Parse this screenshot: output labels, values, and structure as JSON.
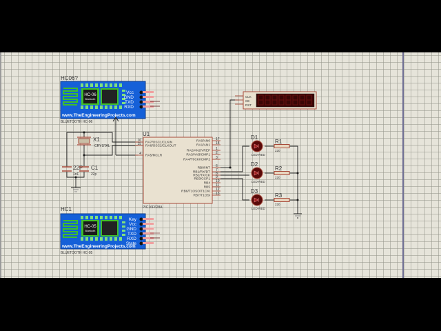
{
  "schematic": {
    "bt_top": {
      "ref": "HC06?",
      "chip": "HC-06",
      "sublabel": "Bluetooth",
      "pins": [
        "Vcc",
        "GND",
        "TXD",
        "RXD"
      ],
      "website": "www.TheEngineeringProjects.com",
      "part": "BLUETOOTH HC-06"
    },
    "bt_bottom": {
      "ref": "HC1",
      "chip": "HC-05",
      "sublabel": "Bluetooth",
      "pins": [
        "Key",
        "Vcc",
        "GND",
        "TXD",
        "RXD",
        "State"
      ],
      "website": "www.TheEngineeringProjects.com",
      "part": "BLUETOOTH HC-05"
    },
    "mcu": {
      "ref": "U1",
      "part": "PIC16F628A",
      "left_pins": [
        {
          "num": "16",
          "name": "RA7/OSC1/CLKIN"
        },
        {
          "num": "15",
          "name": "RA6/OSC2/CLKOUT"
        },
        {
          "num": "4",
          "name": "RA5/MCLR"
        }
      ],
      "right_pins": [
        {
          "num": "17",
          "name": "RA0/AN0"
        },
        {
          "num": "18",
          "name": "RA1/AN1"
        },
        {
          "num": "1",
          "name": "RA2/AN2/VREF"
        },
        {
          "num": "2",
          "name": "RA3/AN3/CMP1"
        },
        {
          "num": "3",
          "name": "RA4/T0CKI/CMP2"
        },
        {
          "num": "6",
          "name": "RB0/INT"
        },
        {
          "num": "7",
          "name": "RB1/RX/DT"
        },
        {
          "num": "8",
          "name": "RB2/TX/CK"
        },
        {
          "num": "9",
          "name": "RB3/CCP1"
        },
        {
          "num": "10",
          "name": "RB4"
        },
        {
          "num": "11",
          "name": "RB5"
        },
        {
          "num": "12",
          "name": "RB6/T1OSO/T1CKI"
        },
        {
          "num": "13",
          "name": "RB7/T1OSI"
        }
      ]
    },
    "crystal": {
      "ref": "X1",
      "part": "CRYSTAL"
    },
    "cap1": {
      "ref": "22P",
      "value": "1nF"
    },
    "cap2": {
      "ref": "C1",
      "value": "22p"
    },
    "display": {
      "pins": [
        "CLK",
        "CE",
        "RST"
      ],
      "digits": 8
    },
    "leds": [
      {
        "ref": "D1",
        "part": "LED-RED"
      },
      {
        "ref": "D2",
        "part": "LED-RED"
      },
      {
        "ref": "D3",
        "part": "LED-RED"
      }
    ],
    "resistors": [
      {
        "ref": "R1",
        "value": "220"
      },
      {
        "ref": "R2",
        "value": "220"
      },
      {
        "ref": "R3",
        "value": "220"
      }
    ],
    "colors": {
      "module_blue": "#1560d8",
      "pcb_green": "#3fbf2a",
      "component_outline": "#a84a3a",
      "component_fill": "#f2ead8",
      "led_fill": "#5a0a0a",
      "wire": "#1a1a1a",
      "pin_pink": "#f0a0a0"
    }
  }
}
